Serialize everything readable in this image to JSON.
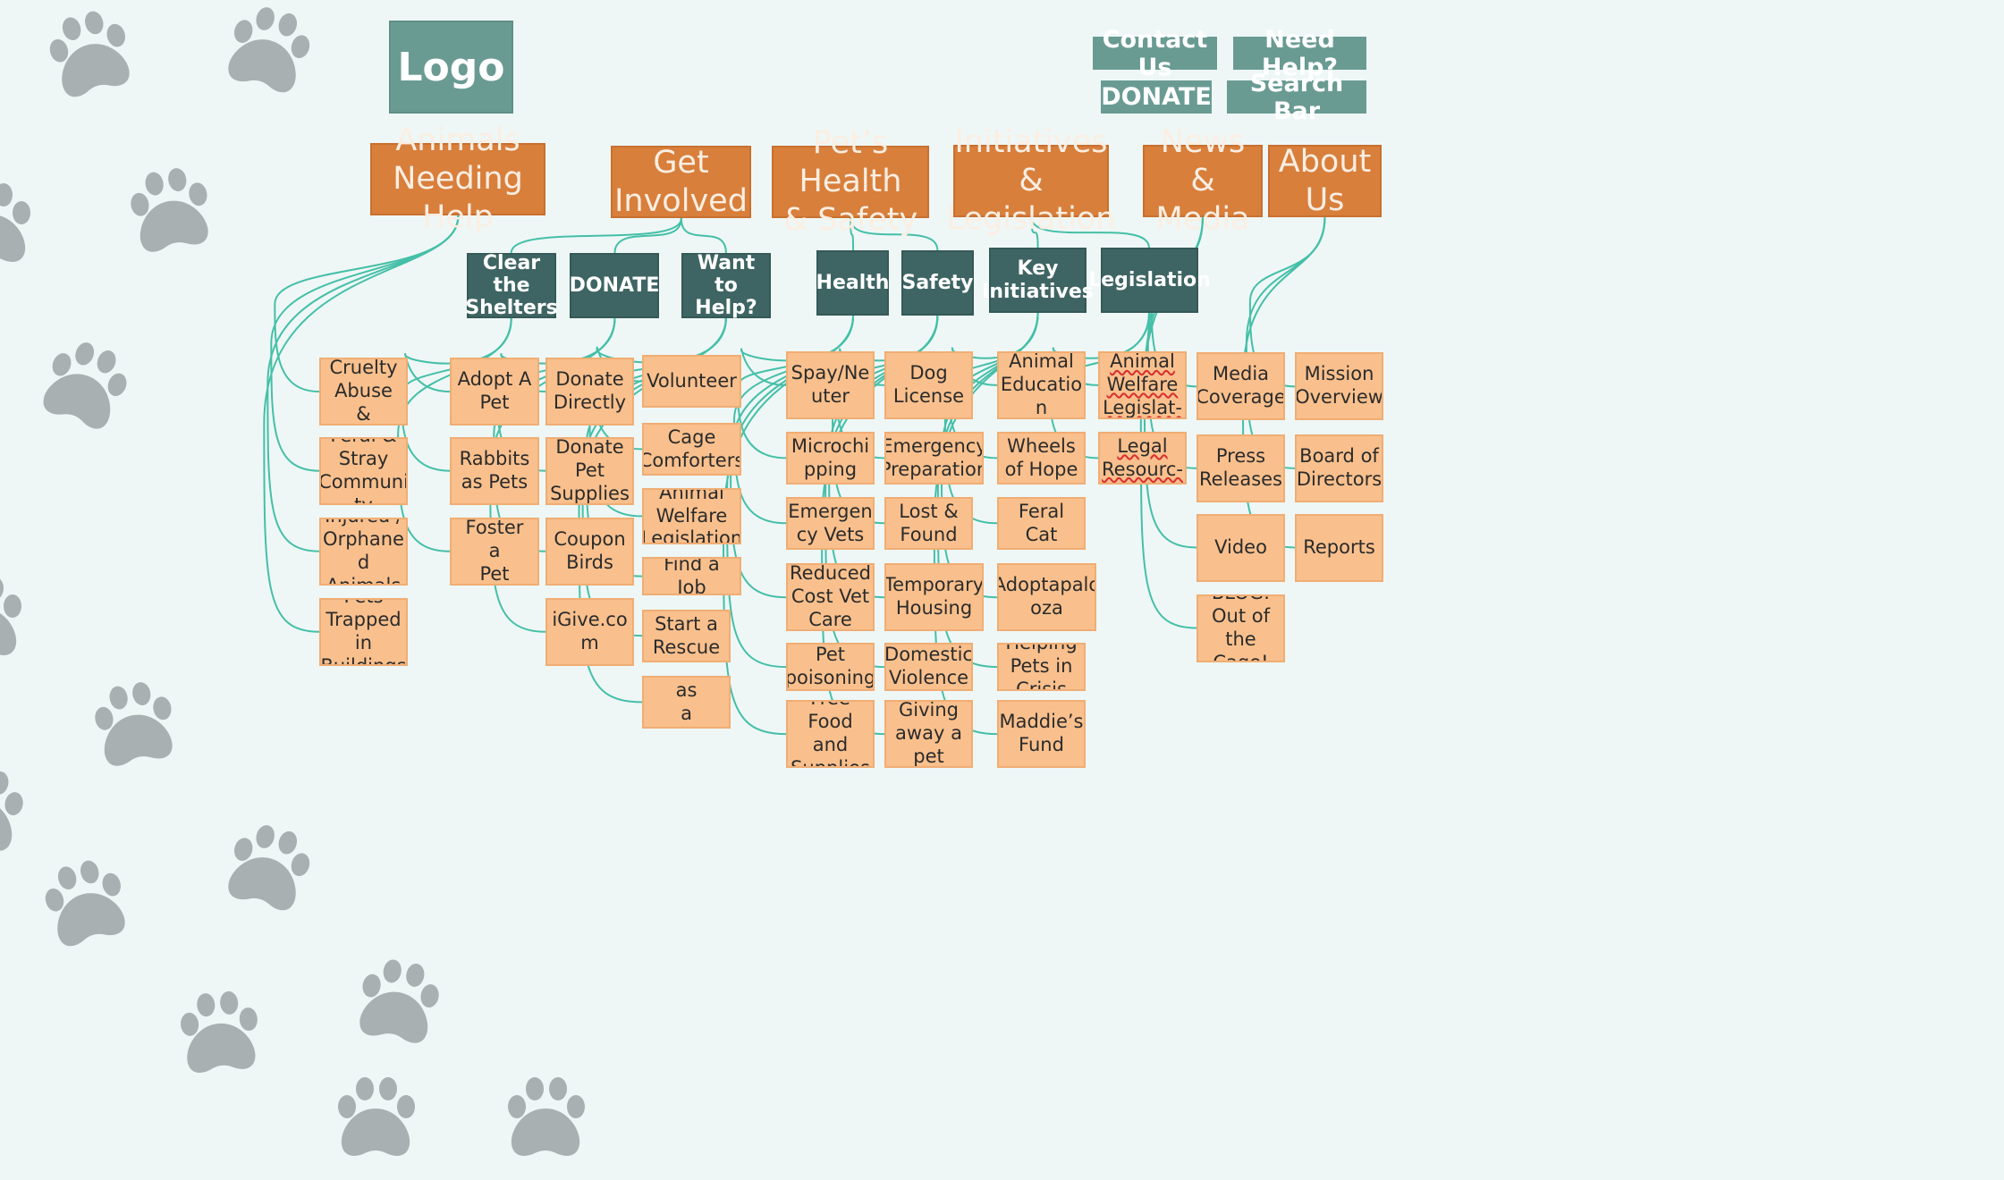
{
  "header": {
    "logo_label": "Logo",
    "utility_buttons": [
      "Contact Us",
      "Need Help?",
      "DONATE",
      "Search Bar"
    ]
  },
  "colors": {
    "background": "#eef7f6",
    "primary_nav": "#d87f3c",
    "secondary_nav": "#3e6563",
    "leaf_page": "#f9c08d",
    "header_button": "#6a9b93",
    "connector": "#45bfa8",
    "paw_print": "#a9b0b1"
  },
  "decorations": {
    "icon": "paw-print-icon"
  },
  "sitemap": {
    "top_nav": [
      {
        "id": "animals",
        "label": "Animals\nNeeding Help"
      },
      {
        "id": "involved",
        "label": "Get\nInvolved"
      },
      {
        "id": "health_safety",
        "label": "Pet’s Health\n& Safety"
      },
      {
        "id": "initiatives",
        "label": "Initiatives &\nLegislation"
      },
      {
        "id": "news",
        "label": "News &\nMedia"
      },
      {
        "id": "about",
        "label": "About\nUs"
      }
    ],
    "sub_nav": [
      {
        "id": "clear",
        "label": "Clear the\nShelters"
      },
      {
        "id": "donate",
        "label": "DONATE"
      },
      {
        "id": "want",
        "label": "Want to\nHelp?"
      },
      {
        "id": "health",
        "label": "Health"
      },
      {
        "id": "safety",
        "label": "Safety"
      },
      {
        "id": "key",
        "label": "Key\nInitiatives"
      },
      {
        "id": "legislation",
        "label": "Legislation"
      }
    ],
    "pages": [
      {
        "group": "animals",
        "label": "Animal\nCruelty\nAbuse &\nNeglect"
      },
      {
        "group": "animals",
        "label": "Feral &\nStray\nCommuni\nty"
      },
      {
        "group": "animals",
        "label": "Injured /\nOrphane\nd\nAnimals"
      },
      {
        "group": "animals",
        "label": "Pets\nTrapped\nin\nBuildings"
      },
      {
        "group": "clear",
        "label": "Adopt A\nPet"
      },
      {
        "group": "clear",
        "label": "Rabbits\nas Pets"
      },
      {
        "group": "clear",
        "label": "Foster a\nPet"
      },
      {
        "group": "donate",
        "label": "Donate\nDirectly"
      },
      {
        "group": "donate",
        "label": "Donate\nPet\nSupplies"
      },
      {
        "group": "donate",
        "label": "Coupon\nBirds"
      },
      {
        "group": "donate",
        "label": "iGive.co\nm"
      },
      {
        "group": "want",
        "label": "Volunteer"
      },
      {
        "group": "want",
        "label": "Cage\nComforters"
      },
      {
        "group": "want",
        "label": "Animal\nWelfare\nLegislation"
      },
      {
        "group": "want",
        "label": "Find a Job"
      },
      {
        "group": "want",
        "label": "Start a\nRescue"
      },
      {
        "group": "want",
        "label": "Certify as\na\ncaretaker"
      },
      {
        "group": "health",
        "label": "Spay/Ne\nuter"
      },
      {
        "group": "health",
        "label": "Microchi\npping"
      },
      {
        "group": "health",
        "label": "Emergen\ncy  Vets"
      },
      {
        "group": "health",
        "label": "Reduced\nCost Vet\nCare"
      },
      {
        "group": "health",
        "label": "Pet\npoisoning"
      },
      {
        "group": "health",
        "label": "Free Food\nand\nSupplies"
      },
      {
        "group": "safety",
        "label": "Dog\nLicense"
      },
      {
        "group": "safety",
        "label": "Emergency\nPreparation"
      },
      {
        "group": "safety",
        "label": "Lost &\nFound"
      },
      {
        "group": "safety",
        "label": "Temporary\nHousing"
      },
      {
        "group": "safety",
        "label": "Domestic\nViolence"
      },
      {
        "group": "safety",
        "label": "Giving\naway a\npet"
      },
      {
        "group": "key",
        "label": "Animal\nEducatio\nn"
      },
      {
        "group": "key",
        "label": "Wheels\nof Hope"
      },
      {
        "group": "key",
        "label": "NYC Feral\nCat\nInitiative"
      },
      {
        "group": "key",
        "label": "Adoptapalo\noza"
      },
      {
        "group": "key",
        "label": "Helping\nPets in\nCrisis"
      },
      {
        "group": "key",
        "label": "Maddie’s\nFund"
      },
      {
        "group": "legislation",
        "label": "Animal\nWelfare\nLegislat-"
      },
      {
        "group": "legislation",
        "label": "Legal\nResourc-"
      },
      {
        "group": "news",
        "label": "Media\nCoverage"
      },
      {
        "group": "news",
        "label": "Press\nReleases"
      },
      {
        "group": "news",
        "label": "Video"
      },
      {
        "group": "news",
        "label": "BLOG:\nOut of\nthe Cage!"
      },
      {
        "group": "about",
        "label": "Mission\nOverview"
      },
      {
        "group": "about",
        "label": "Board of\nDirectors"
      },
      {
        "group": "about",
        "label": "Reports"
      }
    ]
  }
}
